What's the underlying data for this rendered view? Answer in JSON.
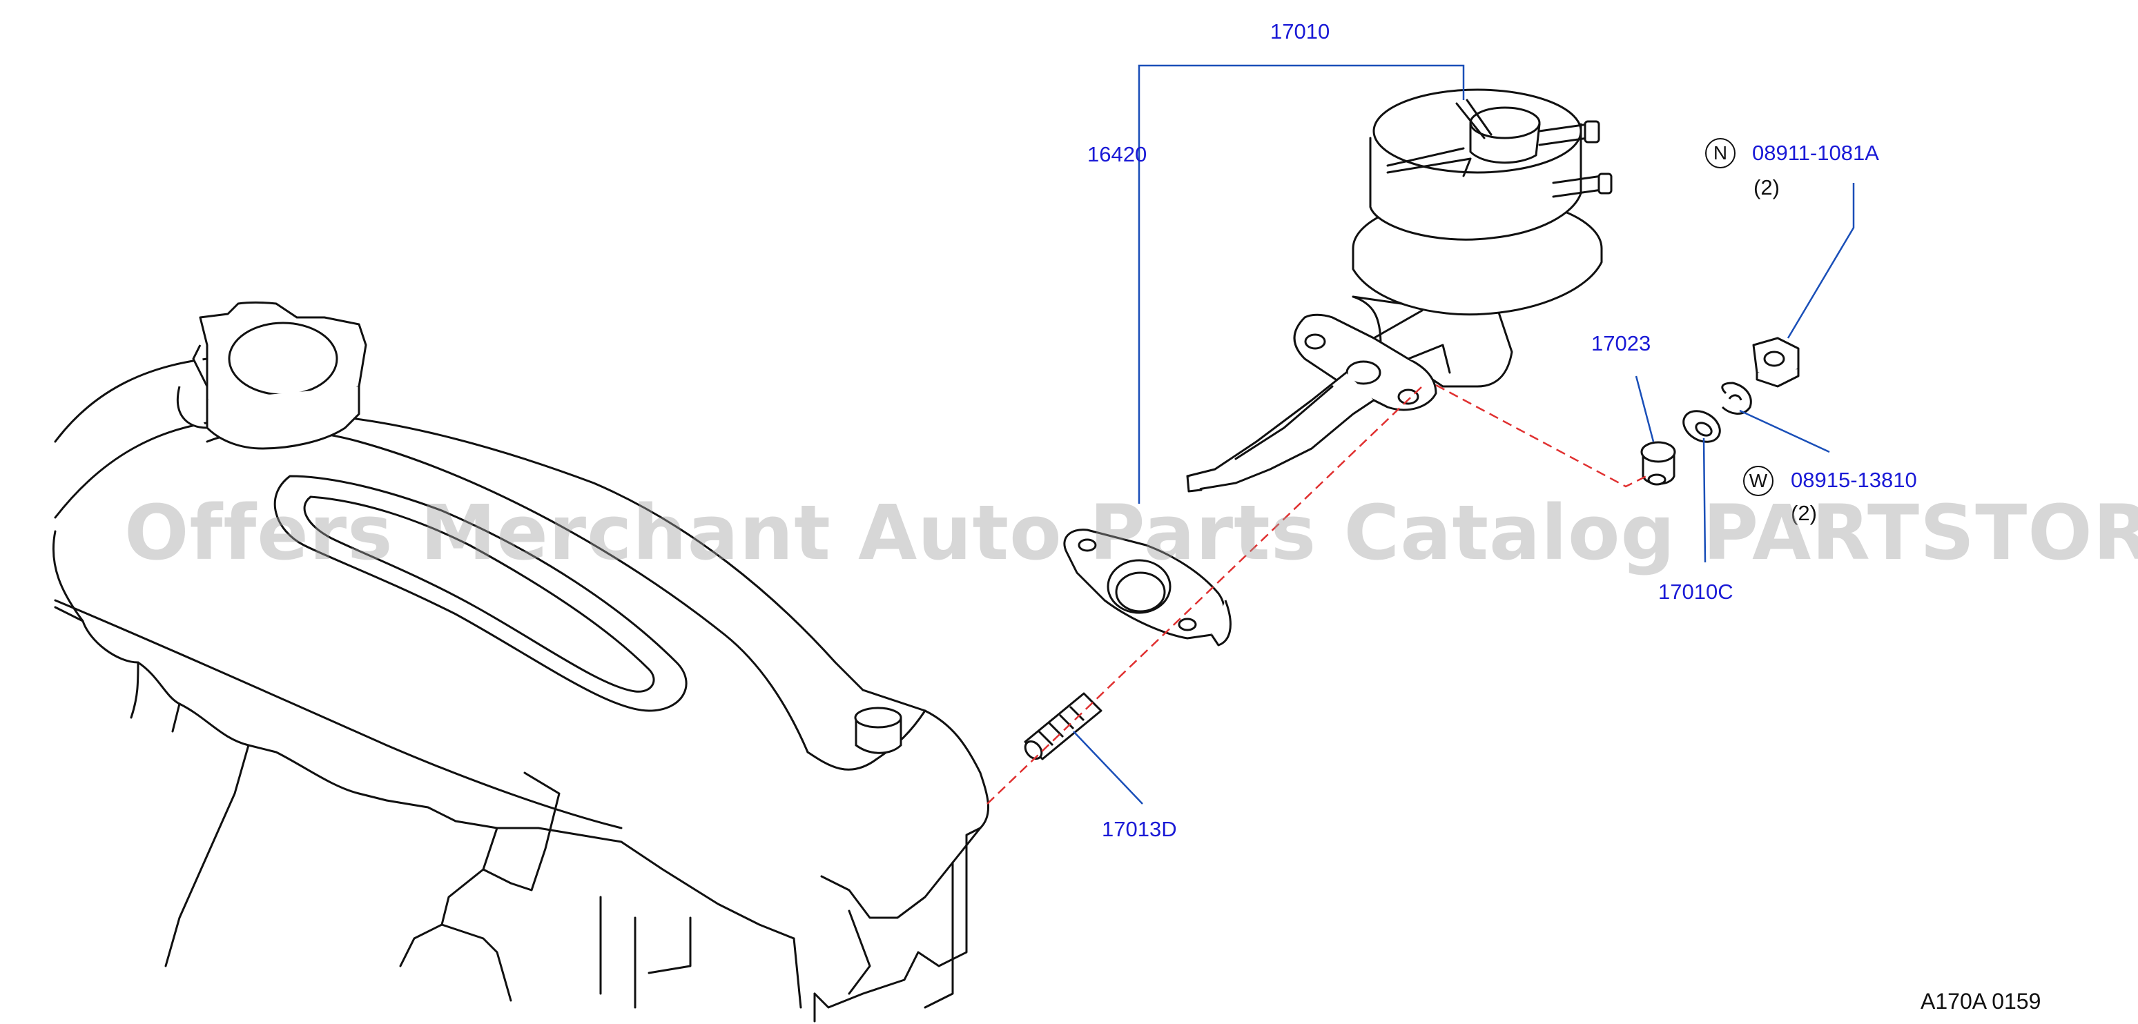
{
  "callouts": {
    "fuel_pump_assy": "17010",
    "gasket": "16420",
    "nut": "08911-1081A",
    "nut_qty": "(2)",
    "spacer": "17023",
    "washer": "08915-13810",
    "washer_qty": "(2)",
    "insulator": "17010C",
    "stud": "17013D"
  },
  "legend": {
    "nut_mark": "N",
    "washer_mark": "W"
  },
  "watermark": "Offers Merchant Auto Parts Catalog PARTSTORE.SA",
  "diagram_code": "A170A  0159",
  "colors": {
    "callout_text": "#1a1ad6",
    "leader_line": "#1a4fb8",
    "drawing_line": "#111111",
    "assembly_axis": "#e03030",
    "watermark": "#a0a0a0"
  }
}
